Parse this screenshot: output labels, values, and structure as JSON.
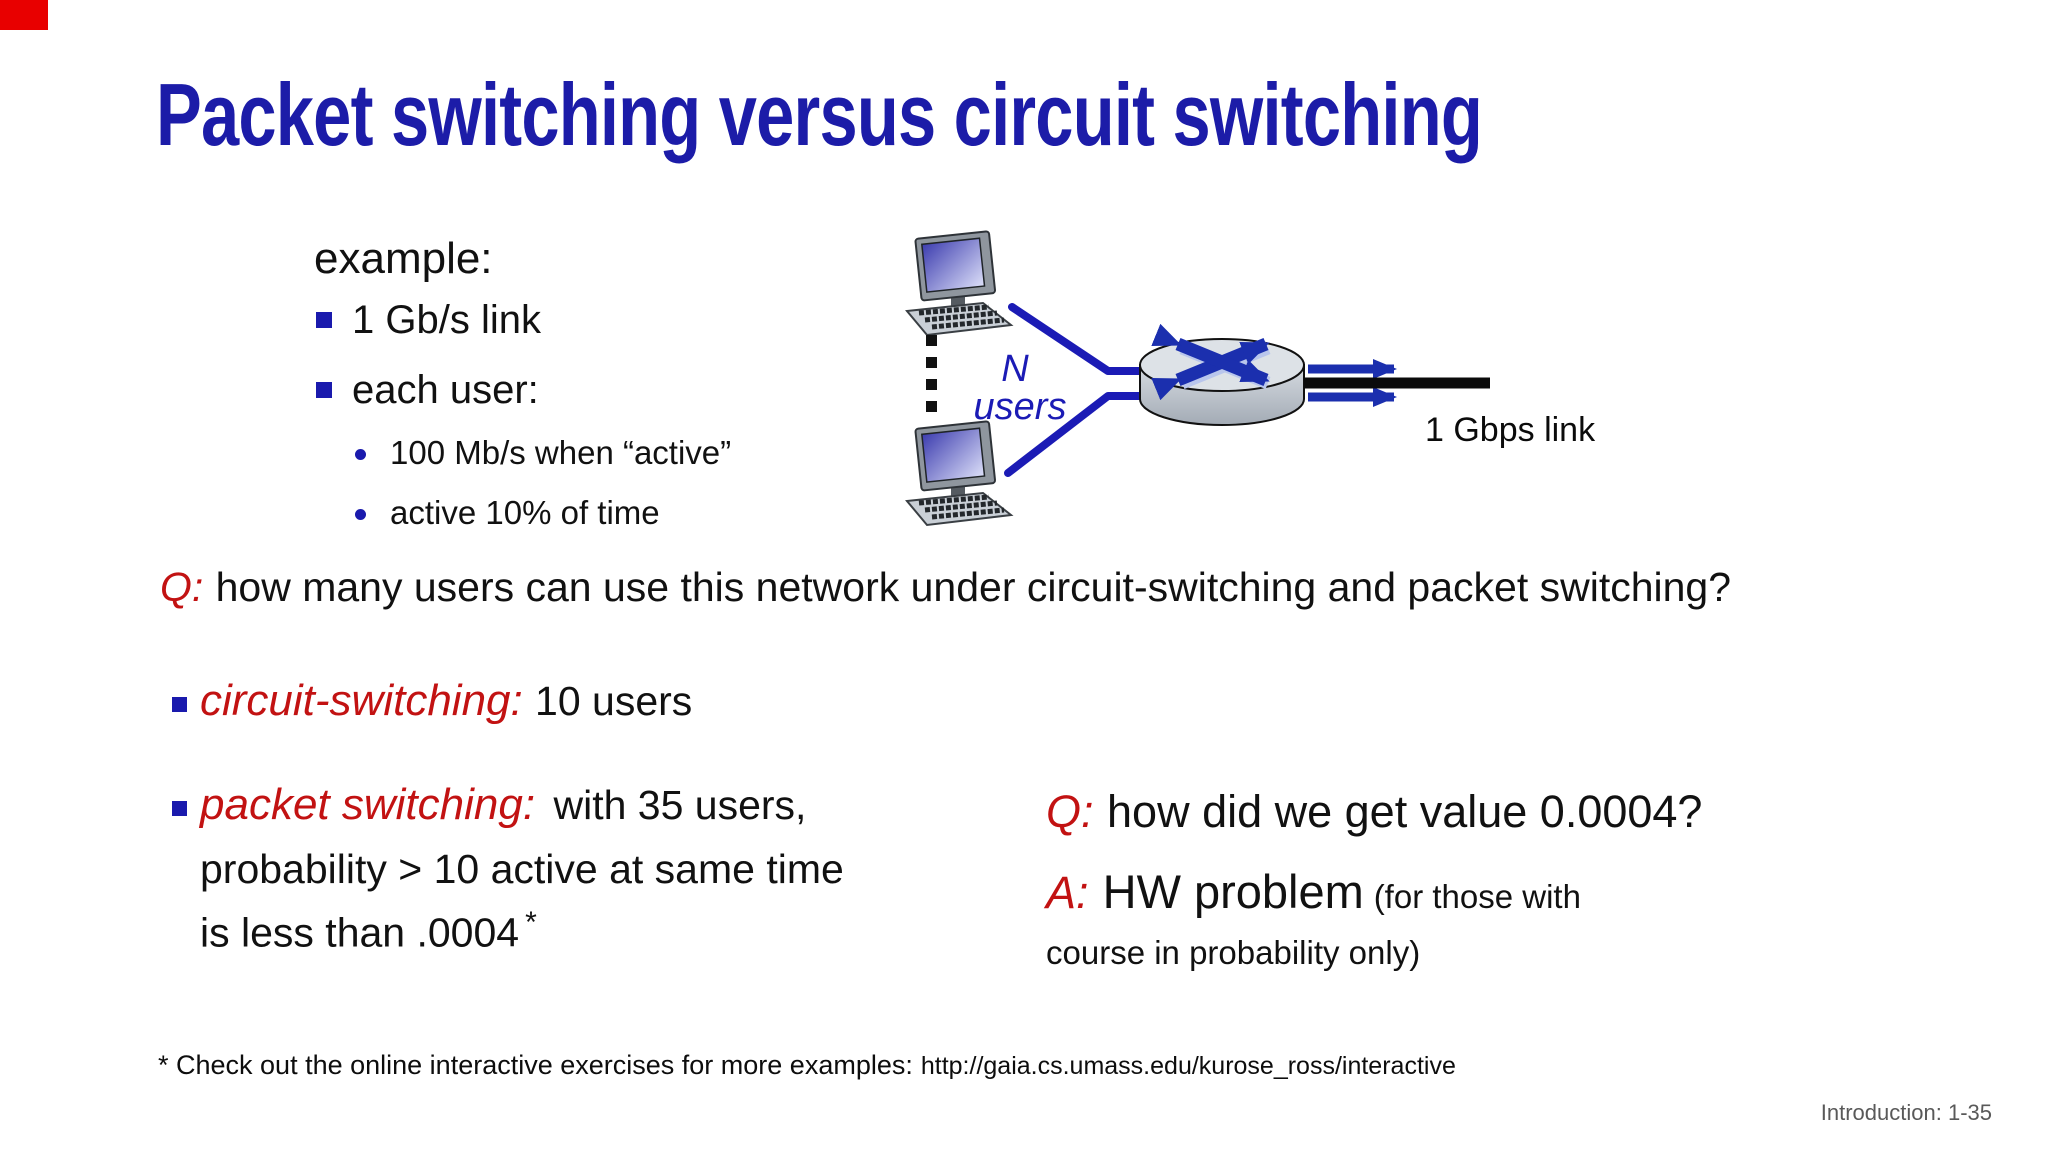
{
  "slide": {
    "title": "Packet switching versus circuit switching",
    "example": {
      "heading": "example:",
      "bullets": [
        "1 Gb/s link",
        "each user:"
      ],
      "sub_bullets": [
        "100 Mb/s when “active”",
        "active 10% of time"
      ]
    },
    "diagram": {
      "n_label": "N",
      "users_label": "users",
      "link_label": "1 Gbps link"
    },
    "question": {
      "prefix": "Q:",
      "text": "how many users can use this network under circuit-switching and packet switching?"
    },
    "circuit": {
      "label": "circuit-switching:",
      "text": "10 users"
    },
    "packet": {
      "label": "packet switching:",
      "line1_rest": "with 35 users,",
      "line2": "probability > 10 active at same time",
      "line3": "is less than .0004",
      "footnote_mark": "*"
    },
    "qa": {
      "q_prefix": "Q:",
      "q_text": "how did we get value 0.0004?",
      "a_prefix": "A:",
      "a_text": "HW problem",
      "a_note1": "(for those with",
      "a_note2": "course in probability only)"
    },
    "footer": {
      "note": "* Check out the online interactive exercises for more examples:",
      "url": "http://gaia.cs.umass.edu/kurose_ross/interactive"
    },
    "page_label": "Introduction: 1-35",
    "colors": {
      "title_blue": "#1c1ca8",
      "accent_red": "#c21212",
      "bullet_blue": "#1a1aad",
      "diagram_blue": "#1b2fae",
      "gray_text": "#595959"
    }
  }
}
